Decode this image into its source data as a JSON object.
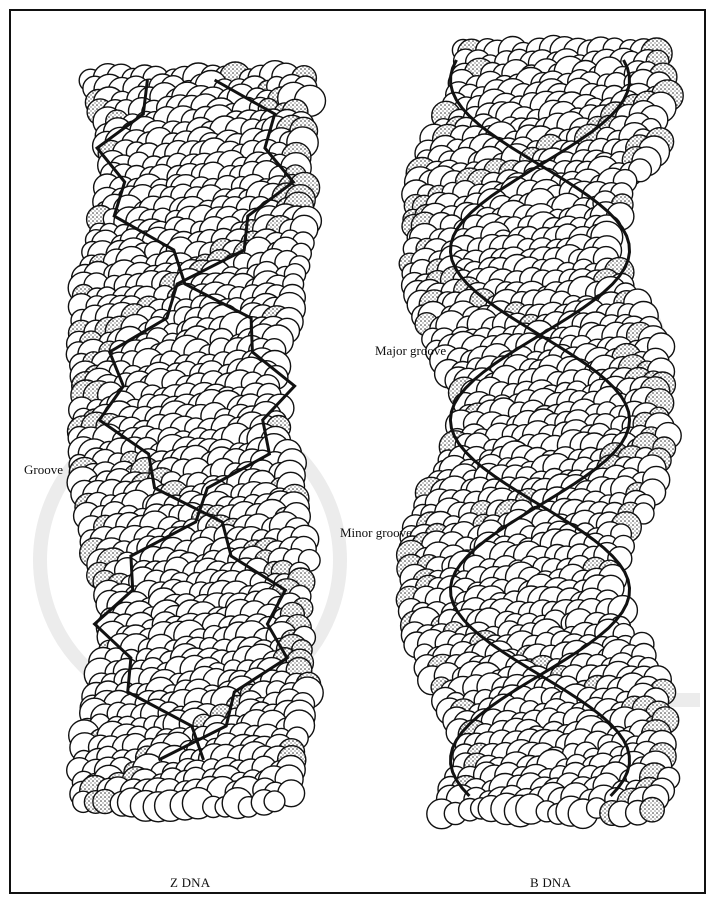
{
  "figure": {
    "labels": {
      "groove": "Groove",
      "major_groove": "Major groove",
      "minor_groove": "Minor groove"
    },
    "captions": {
      "z_dna": "Z DNA",
      "b_dna": "B DNA"
    }
  },
  "colors": {
    "ink": "#111111",
    "atom_fill": "#ffffff",
    "stippled_atom": "#d9d9d9",
    "watermark": "#ececec"
  },
  "icons": {
    "z_model": "space-filling-molecule-icon",
    "b_model": "space-filling-molecule-icon"
  }
}
